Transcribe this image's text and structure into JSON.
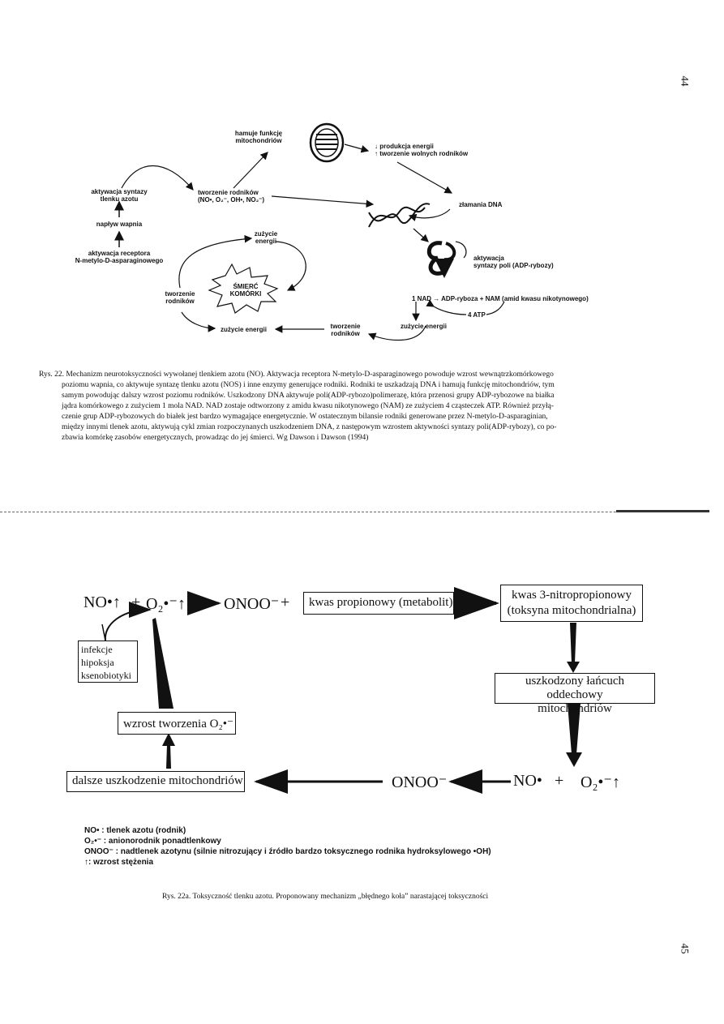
{
  "page_numbers": {
    "top": "44",
    "bottom": "45"
  },
  "fig22": {
    "hamuje_l1": "hamuje funkcję",
    "hamuje_l2": "mitochondriów",
    "energy_l1": "↓ produkcja energii",
    "energy_l2": "↑ tworzenie wolnych rodników",
    "aktyw_syntazy_l1": "aktywacja syntazy",
    "aktyw_syntazy_l2": "tlenku azotu",
    "tworzenie_rodnikow_l1": "tworzenie rodników",
    "tworzenie_rodnikow_l2": "(NO•, O₂⁻, OH•, NO₂⁻)",
    "zlamania_dna": "złamania DNA",
    "naplyw_wapnia": "napływ wapnia",
    "zuzycie_energii_top_l1": "zużycie",
    "zuzycie_energii_top_l2": "energii",
    "aktyw_receptora_l1": "aktywacja receptora",
    "aktyw_receptora_l2": "N-metylo-D-asparaginowego",
    "smierc_l1": "ŚMIERĆ",
    "smierc_l2": "KOMÓRKI",
    "aktyw_poli_l1": "aktywacja",
    "aktyw_poli_l2": "syntazy poli (ADP-rybozy)",
    "tworzenie_left_l1": "tworzenie",
    "tworzenie_left_l2": "rodników",
    "nad_reaction": "1 NAD → ADP-ryboza + NAM (amid kwasu nikotynowego)",
    "atp": "4 ATP",
    "zuzycie_energii_bottom": "zużycie energii",
    "tworzenie_bottom_l1": "tworzenie",
    "tworzenie_bottom_l2": "rodników",
    "zuzycie_energii_right": "zużycie energii",
    "caption_lines": [
      "Rys. 22. Mechanizm neurotoksyczności wywołanej tlenkiem azotu (NO). Aktywacja receptora N-metylo-D-asparaginowego powoduje wzrost wewnątrzkomórkowego",
      "poziomu wapnia, co aktywuje syntazę tlenku azotu (NOS) i inne enzymy generujące rodniki. Rodniki te uszkadzają DNA i hamują funkcję mitochondriów, tym",
      "samym powodując dalszy wzrost poziomu rodników. Uszkodzony DNA aktywuje poli(ADP-rybozo)polimerazę, która przenosi grupy ADP-rybozowe na białka",
      "jądra komórkowego z zużyciem 1 mola NAD. NAD zostaje odtworzony z amidu kwasu nikotynowego (NAM) ze zużyciem 4 cząsteczek ATP. Również przyłą-",
      "czenie grup ADP-rybozowych do białek jest bardzo wymagające energetycznie. W ostatecznym bilansie rodniki generowane przez N-metylo-D-asparaginian,",
      "między innymi tlenek azotu, aktywują cykl zmian rozpoczynanych uszkodzeniem DNA, z następowym wzrostem aktywności syntazy poli(ADP-rybozy), co po-",
      "zbawia komórkę zasobów energetycznych, prowadząc do jej śmierci. Wg Dawson i Dawson (1994)"
    ]
  },
  "fig22a": {
    "no_up": "NO•↑",
    "plus1": "+",
    "o2_up": "O₂•⁻↑",
    "onoo_top": "ONOO⁻",
    "plus2": "+",
    "kwas_propionowy": "kwas propionowy (metabolit)",
    "kwas_nitro_l1": "kwas 3-nitropropionowy",
    "kwas_nitro_l2": "(toksyna mitochondrialna)",
    "infekcje": [
      "infekcje",
      "hipoksja",
      "ksenobiotyki"
    ],
    "uszk_lancuch_l1": "uszkodzony łańcuch oddechowy",
    "uszk_lancuch_l2": "mitochondriów",
    "wzrost_o2": "wzrost tworzenia O₂•⁻",
    "dalsze": "dalsze uszkodzenie mitochondriów",
    "onoo_bottom": "ONOO⁻",
    "no_bottom": "NO•",
    "plus3": "+",
    "o2_bottom": "O₂•⁻↑",
    "legend": [
      "NO• : tlenek azotu (rodnik)",
      "O₂•⁻ : anionorodnik ponadtlenkowy",
      "ONOO⁻ : nadtlenek azotynu (silnie nitrozujący i źródło bardzo toksycznego rodnika hydroksylowego •OH)",
      "↑: wzrost stężenia"
    ],
    "caption": "Rys. 22a. Toksyczność tlenku azotu. Proponowany mechanizm „błędnego koła” narastającej toksyczności"
  }
}
